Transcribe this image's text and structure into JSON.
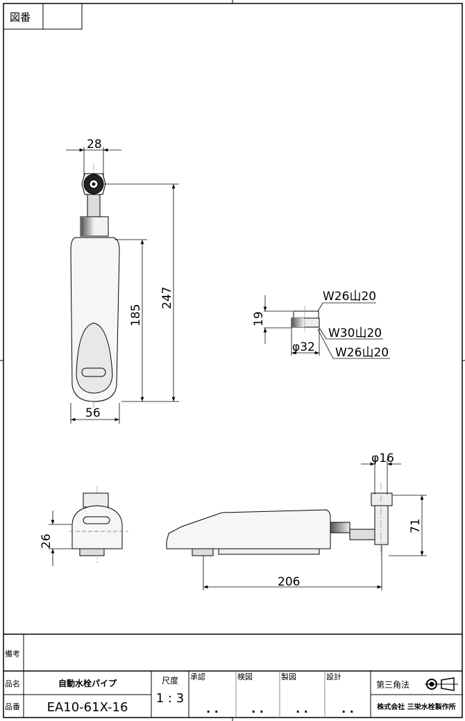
{
  "header": {
    "drawing_number_label": "図番",
    "drawing_number_value": ""
  },
  "dimensions": {
    "top_width": "28",
    "overall_length": "247",
    "body_length": "185",
    "body_width": "56",
    "nut_height": "19",
    "nut_diameter": "φ32",
    "thread_top": "W26山20",
    "thread_mid": "W30山20",
    "thread_bottom": "W26山20",
    "pipe_diameter": "φ16",
    "pipe_height": "71",
    "front_height": "26",
    "side_length": "206"
  },
  "title_block": {
    "remarks_label": "備考",
    "name_label": "品名",
    "name_value": "自動水栓パイプ",
    "number_label": "品番",
    "number_value": "EA10-61X-16",
    "scale_label": "尺度",
    "scale_value": "1 : 3",
    "approval_label": "承認",
    "check_label": "検図",
    "drawn_label": "製図",
    "design_label": "設計",
    "date_placeholder": ". .",
    "projection_label": "第三角法",
    "company": "株式会社 三栄水栓製作所"
  }
}
